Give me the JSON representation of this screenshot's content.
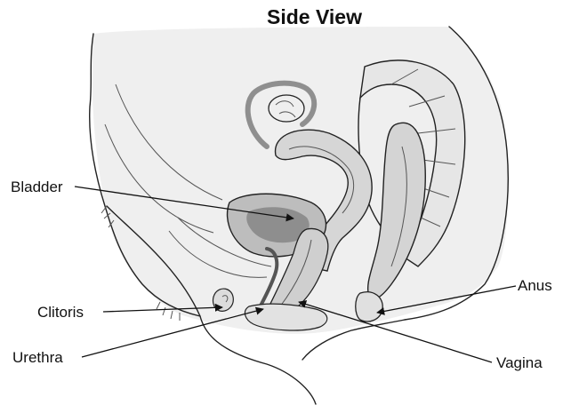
{
  "title": "Side View",
  "labels": {
    "bladder": "Bladder",
    "clitoris": "Clitoris",
    "urethra": "Urethra",
    "anus": "Anus",
    "vagina": "Vagina"
  },
  "colors": {
    "skin": "#eeeeee",
    "organ_light": "#d9d9d9",
    "organ_mid": "#bdbdbd",
    "organ_dark": "#9a9a9a",
    "outline": "#222222"
  }
}
